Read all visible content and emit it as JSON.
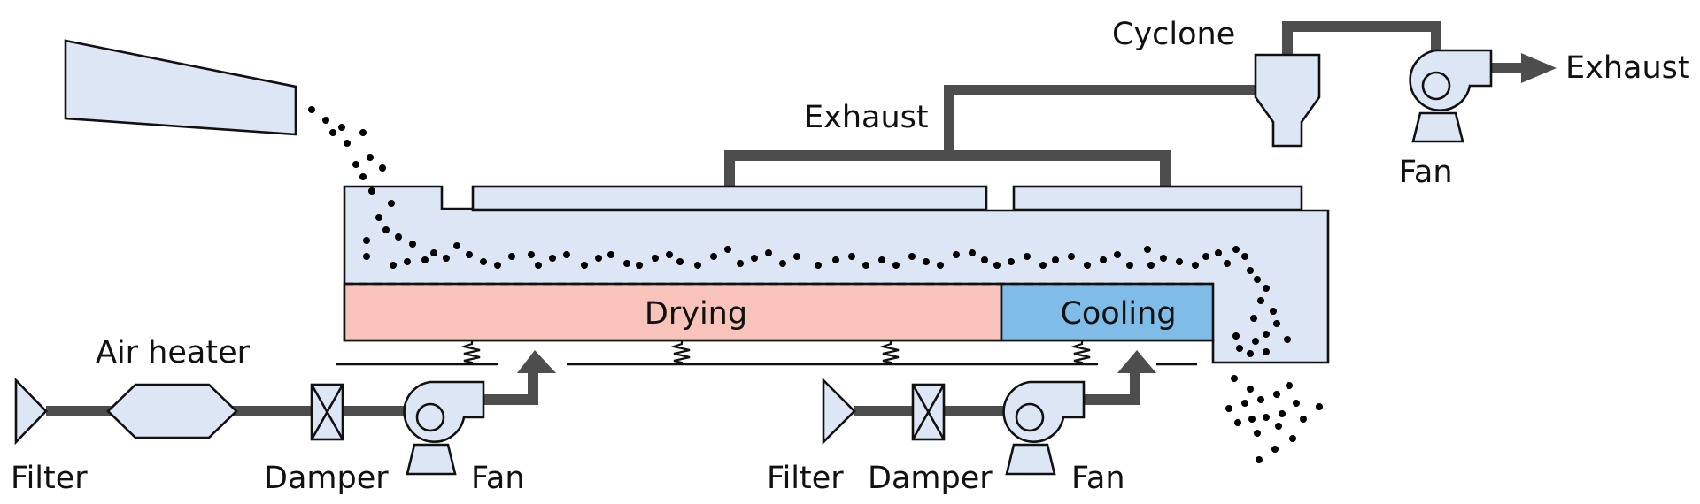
{
  "labels": {
    "cyclone": "Cyclone",
    "exhaust_top": "Exhaust",
    "exhaust_right": "Exhaust",
    "fan_top": "Fan",
    "drying": "Drying",
    "cooling": "Cooling",
    "air_heater": "Air heater",
    "filter_left": "Filter",
    "damper_left": "Damper",
    "fan_left": "Fan",
    "filter_right": "Filter",
    "damper_right": "Damper",
    "fan_right": "Fan"
  },
  "colors": {
    "equipment_fill": "#dde6f5",
    "drying_zone": "#f7c3bb",
    "cooling_zone": "#7fbde8",
    "pipe": "#4d4d4d",
    "outline": "#111111"
  }
}
